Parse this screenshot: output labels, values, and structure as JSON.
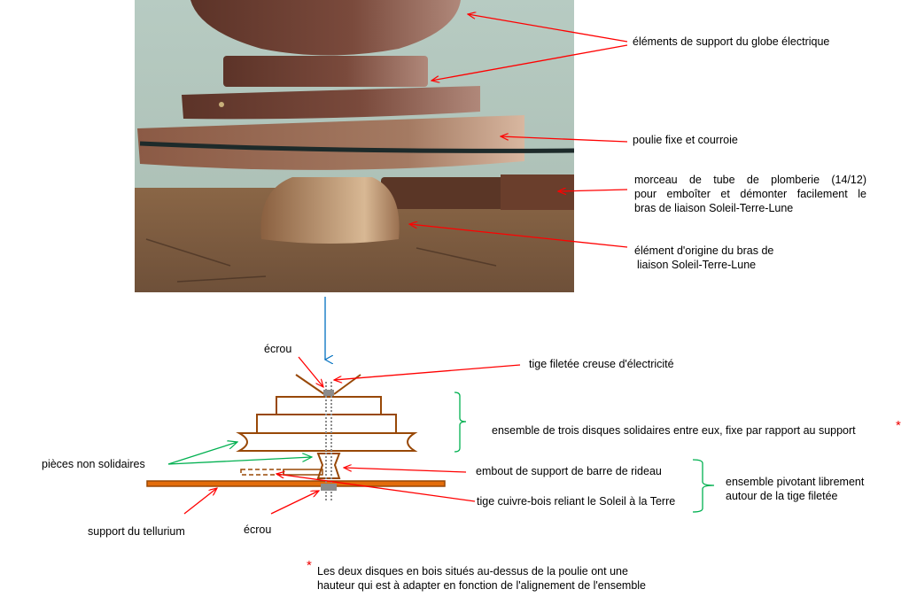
{
  "photo_labels": {
    "globe_support": "éléments de support du globe électrique",
    "pulley": "poulie fixe et courroie",
    "tube_line1": "morceau de tube de plomberie (14/12)",
    "tube_line2": "pour emboîter et démonter facilement le",
    "tube_line3": "bras de liaison Soleil-Terre-Lune",
    "origin_line1": "élément d'origine du bras de",
    "origin_line2": "liaison Soleil-Terre-Lune"
  },
  "diagram_labels": {
    "nut_top": "écrou",
    "threaded_rod": "tige filetée creuse d'électricité",
    "three_discs": "ensemble de trois disques solidaires entre eux, fixe par rapport au support",
    "loose_parts": "pièces non solidaires",
    "end_cap": "embout de support de barre de rideau",
    "copper_rod": "tige cuivre-bois reliant le Soleil à la Terre",
    "pivot_line1": "ensemble pivotant librement",
    "pivot_line2": "autour de la tige filetée",
    "support": "support du tellurium",
    "nut_bottom": "écrou"
  },
  "footnote": {
    "marker": "*",
    "line1": "Les deux disques en bois situés au-dessus de la poulie ont une",
    "line2": "hauteur qui est à adapter en fonction de l'alignement de l'ensemble"
  },
  "colors": {
    "arrow_red": "#ff0000",
    "arrow_green": "#00b050",
    "arrow_blue": "#0070c0",
    "wood_stroke": "#984807",
    "support_fill": "#e36c0a",
    "nut_gray": "#8c8c8c"
  }
}
